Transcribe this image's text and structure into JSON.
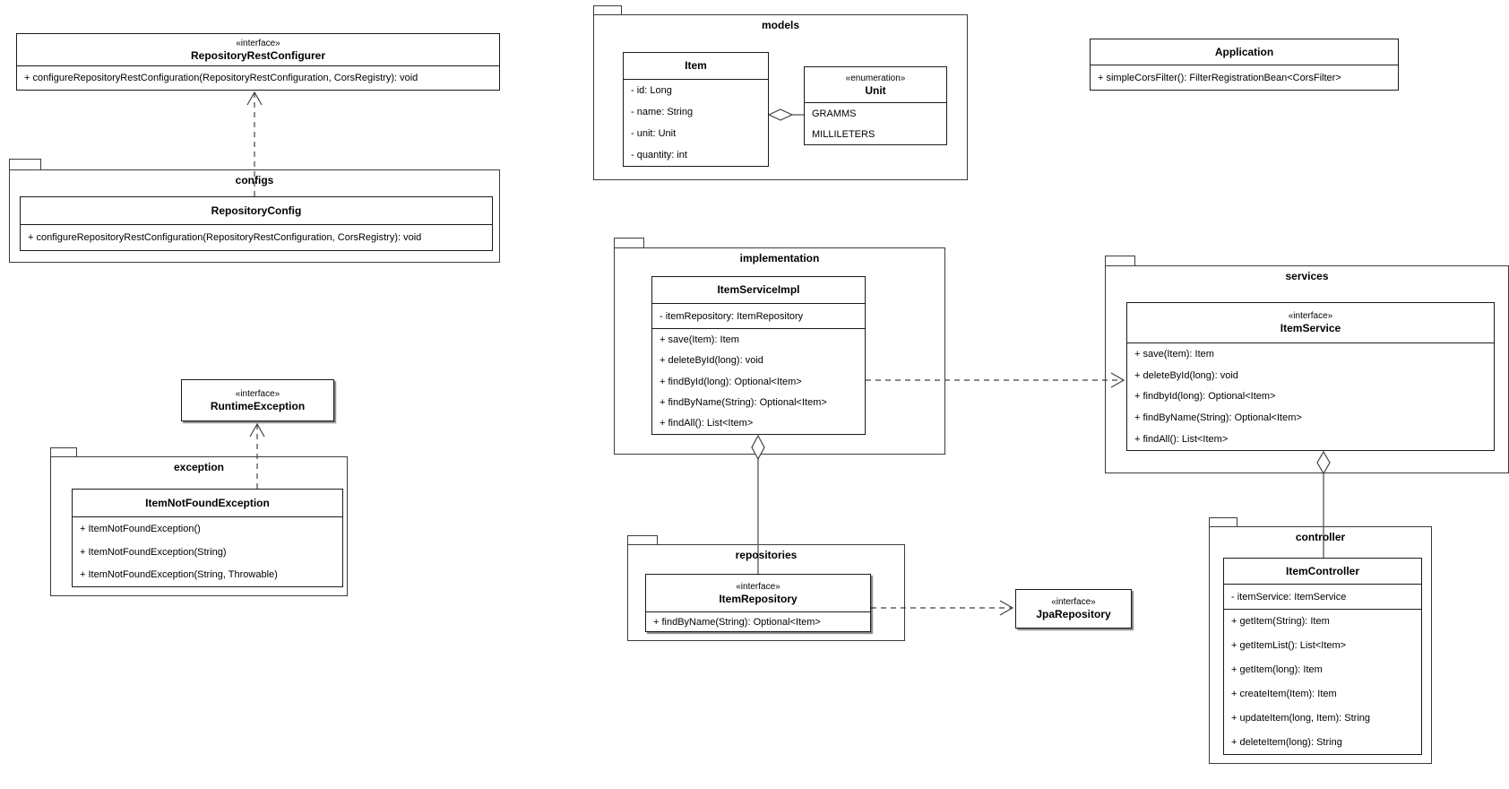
{
  "packages": {
    "configs": {
      "label": "configs"
    },
    "models": {
      "label": "models"
    },
    "exception": {
      "label": "exception"
    },
    "implementation": {
      "label": "implementation"
    },
    "services": {
      "label": "services"
    },
    "repositories": {
      "label": "repositories"
    },
    "controller": {
      "label": "controller"
    }
  },
  "classes": {
    "repository_rest_configurer": {
      "stereotype": "«interface»",
      "name": "RepositoryRestConfigurer",
      "members": [
        "+ configureRepositoryRestConfiguration(RepositoryRestConfiguration, CorsRegistry): void"
      ]
    },
    "repository_config": {
      "name": "RepositoryConfig",
      "members": [
        "+ configureRepositoryRestConfiguration(RepositoryRestConfiguration, CorsRegistry): void"
      ]
    },
    "runtime_exception": {
      "stereotype": "«interface»",
      "name": "RuntimeException"
    },
    "item_not_found_exception": {
      "name": "ItemNotFoundException",
      "members": [
        "+ ItemNotFoundException()",
        "+ ItemNotFoundException(String)",
        "+ ItemNotFoundException(String, Throwable)"
      ]
    },
    "item": {
      "name": "Item",
      "attributes": [
        "- id: Long",
        "- name: String",
        "- unit: Unit",
        "- quantity: int"
      ]
    },
    "unit": {
      "stereotype": "«enumeration»",
      "name": "Unit",
      "values": [
        "GRAMMS",
        "MILLILETERS"
      ]
    },
    "application": {
      "name": "Application",
      "members": [
        "+ simpleCorsFilter(): FilterRegistrationBean<CorsFilter>"
      ]
    },
    "item_service_impl": {
      "name": "ItemServiceImpl",
      "attributes": [
        "- itemRepository: ItemRepository"
      ],
      "methods": [
        "+ save(Item): Item",
        "+ deleteById(long): void",
        "+ findById(long): Optional<Item>",
        "+ findByName(String): Optional<Item>",
        "+ findAll(): List<Item>"
      ]
    },
    "item_service": {
      "stereotype": "«interface»",
      "name": "ItemService",
      "methods": [
        "+ save(Item): Item",
        "+ deleteById(long): void",
        "+ findbyId(long): Optional<Item>",
        "+ findByName(String): Optional<Item>",
        "+ findAll(): List<Item>"
      ]
    },
    "item_repository": {
      "stereotype": "«interface»",
      "name": "ItemRepository",
      "methods": [
        "+ findByName(String): Optional<Item>"
      ]
    },
    "jpa_repository": {
      "stereotype": "«interface»",
      "name": "JpaRepository"
    },
    "item_controller": {
      "name": "ItemController",
      "attributes": [
        "- itemService: ItemService"
      ],
      "methods": [
        "+ getItem(String): Item",
        "+ getItemList(): List<Item>",
        "+ getItem(long): Item",
        "+ createItem(Item): Item",
        "+ updateItem(long, Item): String",
        "+ deleteItem(long): String"
      ]
    }
  },
  "relationships": [
    {
      "from": "RepositoryConfig",
      "to": "RepositoryRestConfigurer",
      "type": "realization-dashed-open-arrow"
    },
    {
      "from": "ItemNotFoundException",
      "to": "RuntimeException",
      "type": "realization-dashed-open-arrow"
    },
    {
      "from": "Item",
      "to": "Unit",
      "type": "aggregation-hollow-diamond"
    },
    {
      "from": "ItemServiceImpl",
      "to": "ItemService",
      "type": "dependency-dashed-open-arrow"
    },
    {
      "from": "ItemServiceImpl",
      "to": "ItemRepository",
      "type": "aggregation-hollow-diamond"
    },
    {
      "from": "ItemRepository",
      "to": "JpaRepository",
      "type": "dependency-dashed-open-arrow"
    },
    {
      "from": "ItemService",
      "to": "ItemController",
      "type": "aggregation-hollow-diamond"
    }
  ],
  "colors": {
    "background": "#ffffff",
    "class_border": "#1a1a1a",
    "package_border": "#3b3b3b",
    "connector": "#424242"
  }
}
